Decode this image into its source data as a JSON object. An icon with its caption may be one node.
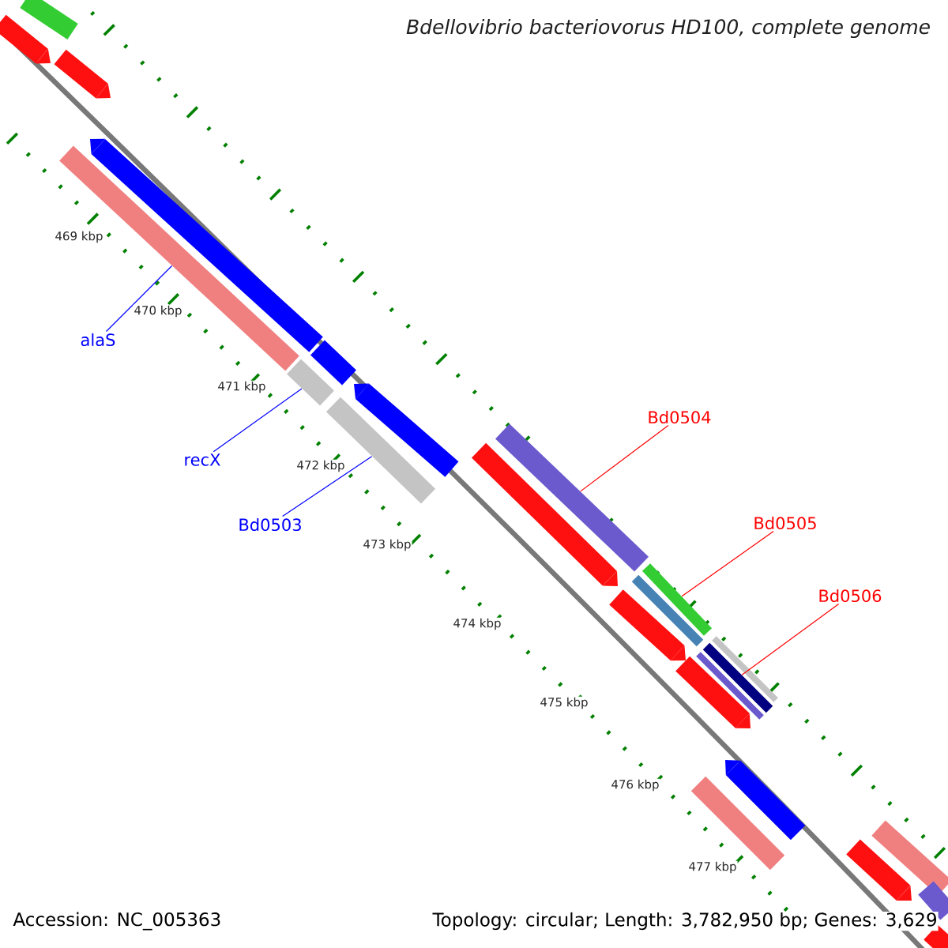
{
  "diagram": {
    "title": "Bdellovibrio bacteriovorus HD100, complete genome",
    "nodes": [
      {
        "text": [
          "alaS"
        ]
      },
      {
        "text": [],
        "shape": "bar"
      },
      {
        "text": [
          "recX"
        ]
      },
      {
        "text": [],
        "shape": "bar"
      },
      {
        "text": [
          "Bd0503"
        ]
      },
      {
        "text": [],
        "shape": "bar"
      },
      {
        "text": [
          "Bd0504"
        ]
      },
      {
        "text": [],
        "shape": "bar"
      },
      {
        "text": [
          "Bd0505"
        ]
      },
      {
        "text": [],
        "shape": "bar"
      },
      {
        "text": [
          "Bd0506"
        ]
      },
      {
        "text": [],
        "shape": "bar"
      },
      {
        "text": [],
        "shape": "bar"
      },
      {
        "text": [],
        "shape": "bar"
      },
      {
        "text": [],
        "shape": "bar"
      },
      {
        "text": [],
        "shape": "bar"
      },
      {
        "text": [],
        "shape": "bar"
      },
      {
        "text": [],
        "shape": "bar"
      },
      {
        "text": [],
        "shape": "bar"
      },
      {
        "text": [],
        "shape": "bar"
      },
      {
        "text": [],
        "shape": "bar"
      },
      {
        "text": [],
        "shape": "bar"
      },
      {
        "text": [],
        "shape": "bar"
      },
      {
        "text": [],
        "shape": "bar"
      },
      {
        "text": [],
        "shape": "bar"
      },
      {
        "text": [],
        "shape": "bar"
      },
      {
        "text": [],
        "shape": "bar"
      },
      {
        "text": [],
        "shape": "bar"
      },
      {
        "text": [],
        "shape": "bar"
      },
      {
        "text": [],
        "shape": "bar"
      }
    ],
    "edges": [
      {
        "from": 0,
        "to": 1,
        "arrow": "none",
        "color": "#0000ff"
      },
      {
        "from": 2,
        "to": 3,
        "arrow": "none",
        "color": "#0000ff"
      },
      {
        "from": 4,
        "to": 5,
        "arrow": "none",
        "color": "#0000ff"
      },
      {
        "from": 6,
        "to": 7,
        "arrow": "none",
        "color": "#ff0000"
      },
      {
        "from": 8,
        "to": 9,
        "arrow": "none",
        "color": "#ff0000"
      },
      {
        "from": 10,
        "to": 11,
        "arrow": "none",
        "color": "#ff0000"
      }
    ],
    "labels": [
      "469 kbp",
      "470 kbp",
      "471 kbp",
      "472 kbp",
      "473 kbp",
      "474 kbp",
      "475 kbp",
      "476 kbp",
      "477 kbp",
      "Accession: NC_005363",
      "Topology: circular; Length: 3,782,950 bp; Genes: 3,629"
    ]
  }
}
